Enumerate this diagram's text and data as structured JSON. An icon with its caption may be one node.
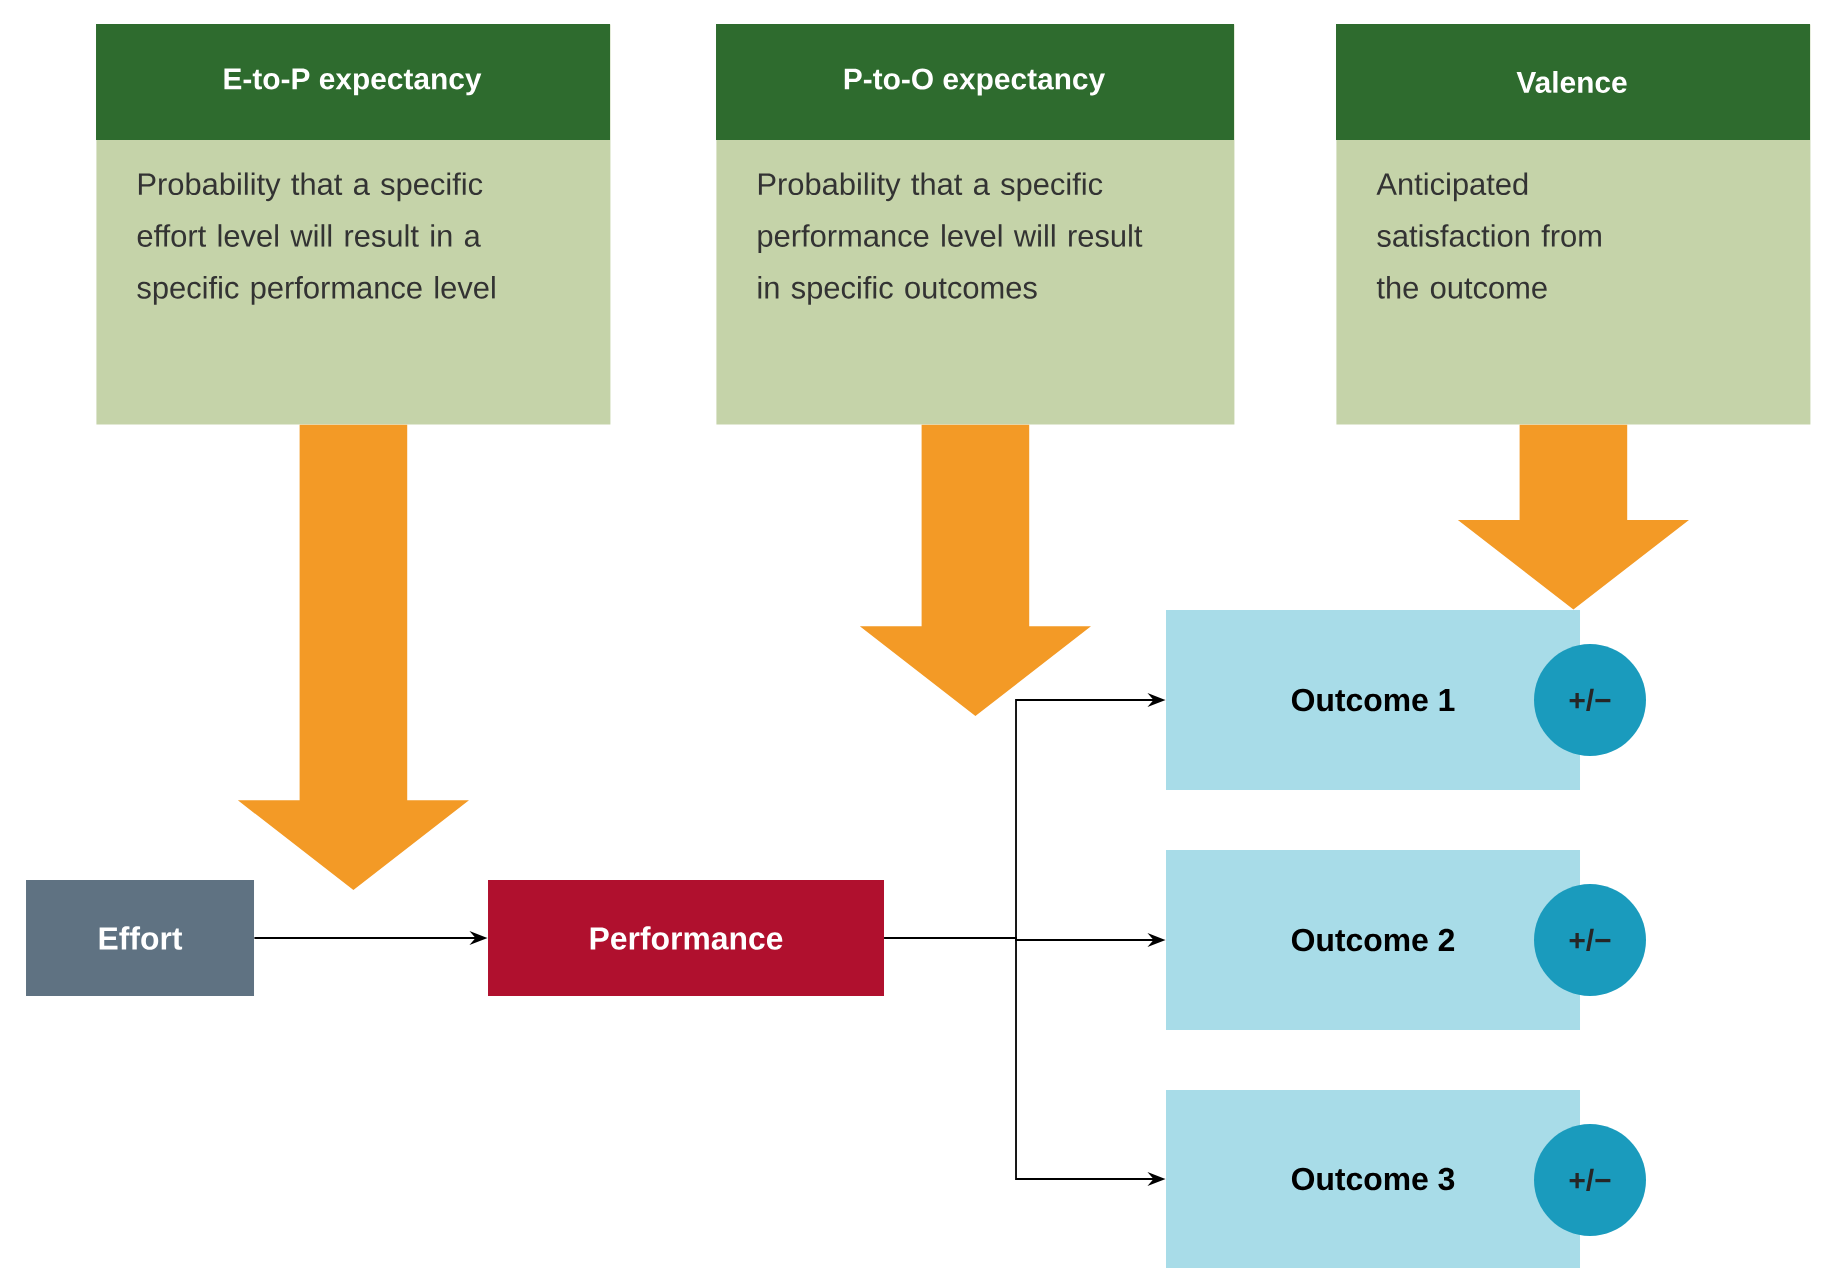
{
  "diagram": {
    "nodes": [
      {
        "text": [
          "E-to-P expectancy",
          "Probability that a specific effort level will result in a specific performance level"
        ]
      },
      {
        "text": [
          "P-to-O expectancy",
          "Probability that a specific performance level will result in specific outcomes"
        ]
      },
      {
        "text": [
          "Valence",
          "Anticipated satisfaction from the outcome"
        ]
      },
      {
        "text": [
          "Effort"
        ]
      },
      {
        "text": [
          "Performance"
        ]
      },
      {
        "text": [
          "Outcome 1"
        ]
      },
      {
        "text": [
          "+/−"
        ]
      },
      {
        "text": [
          "Outcome 2"
        ]
      },
      {
        "text": [
          "+/−"
        ]
      },
      {
        "text": [
          "Outcome 3"
        ]
      },
      {
        "text": [
          "+/−"
        ]
      }
    ],
    "edges": [
      {
        "from": 0,
        "to": null,
        "arrow": "to",
        "style": "thick",
        "color": "#f39a26"
      },
      {
        "from": 1,
        "to": null,
        "arrow": "to",
        "style": "thick",
        "color": "#f39a26"
      },
      {
        "from": 2,
        "to": 5,
        "arrow": "to",
        "style": "thick",
        "color": "#f39a26"
      },
      {
        "from": 3,
        "to": 4,
        "arrow": "to"
      },
      {
        "from": 4,
        "to": 5,
        "arrow": "to"
      },
      {
        "from": 4,
        "to": 7,
        "arrow": "to"
      },
      {
        "from": 4,
        "to": 9,
        "arrow": "to"
      }
    ]
  }
}
